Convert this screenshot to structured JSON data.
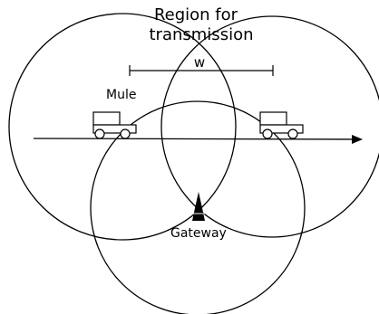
{
  "labels": {
    "region_line1": "Region for",
    "region_line2": "transmission",
    "width": "w",
    "mule": "Mule",
    "gateway": "Gateway"
  },
  "colors": {
    "stroke": "#000000",
    "background": "#ffffff"
  },
  "icons": {
    "vehicle": "truck-icon",
    "gateway": "antenna-tower-icon"
  }
}
